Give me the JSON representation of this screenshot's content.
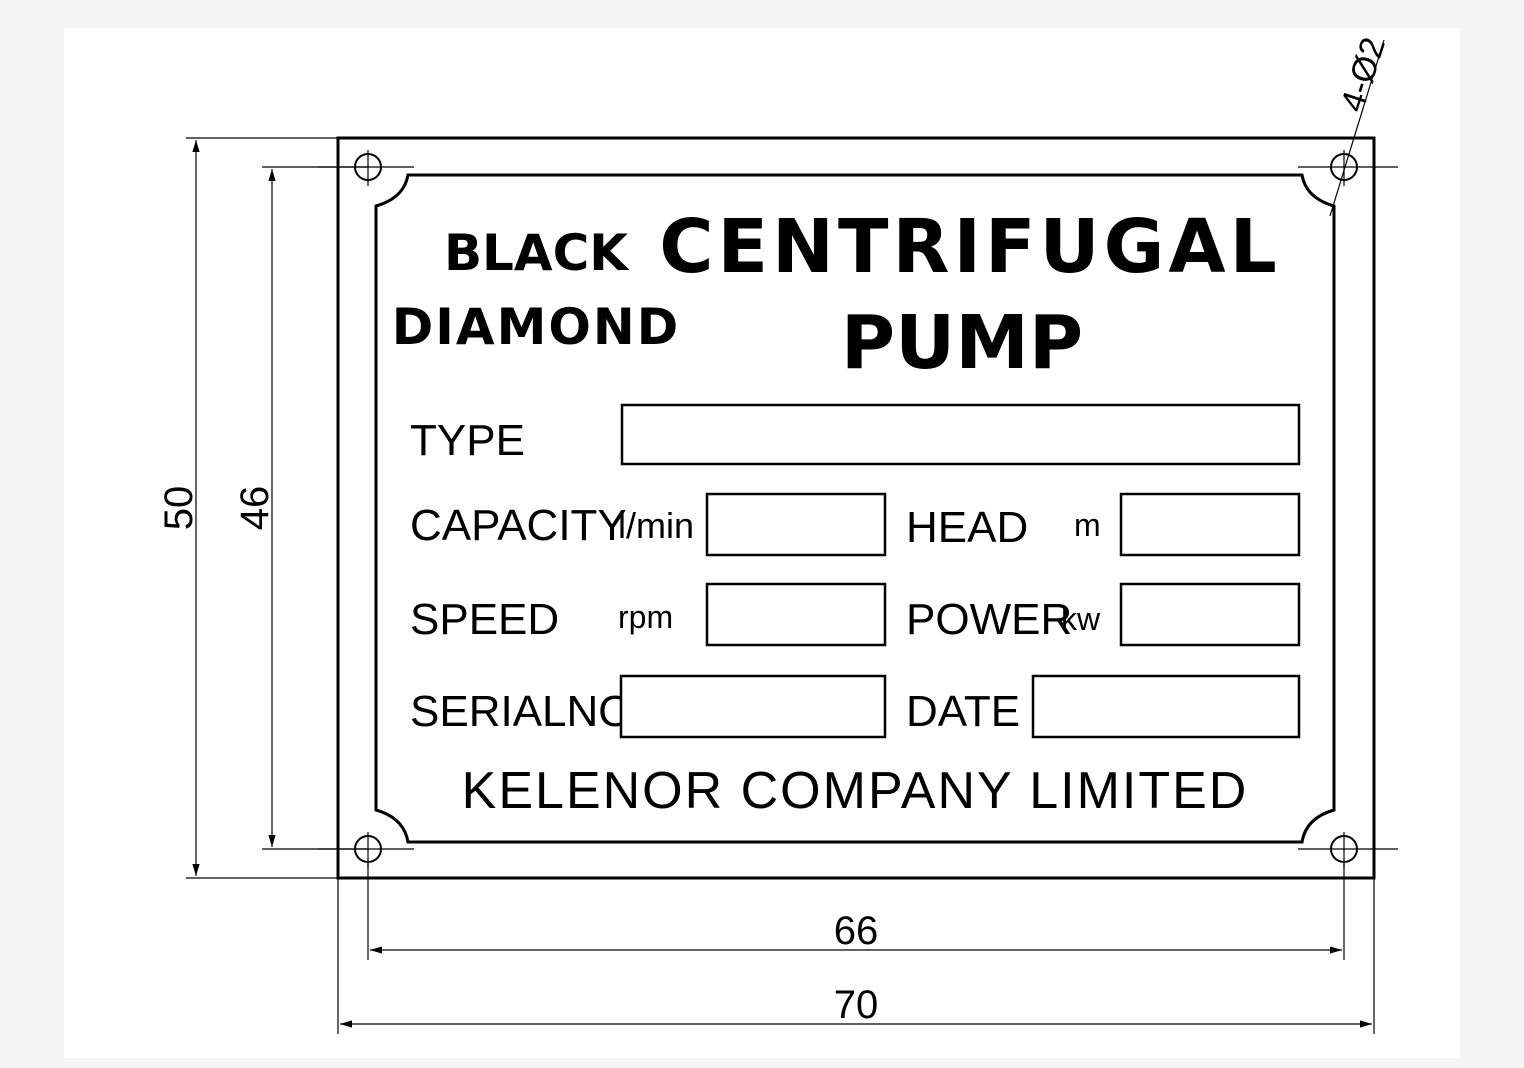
{
  "plate": {
    "brand_line1": "BLACK",
    "brand_line2": "DIAMOND",
    "title_line1": "CENTRIFUGAL",
    "title_line2": "PUMP",
    "company": "KELENOR COMPANY LIMITED"
  },
  "fields": {
    "type_label": "TYPE",
    "capacity_label": "CAPACITY",
    "capacity_unit": "l/min",
    "head_label": "HEAD",
    "head_unit": "m",
    "speed_label": "SPEED",
    "speed_unit": "rpm",
    "power_label": "POWER",
    "power_unit": "kw",
    "serial_label": "SERIALNO.",
    "date_label": "DATE"
  },
  "dimensions": {
    "outer_width": "70",
    "inner_width": "66",
    "outer_height": "50",
    "inner_height": "46",
    "holes": "4-Ø2"
  }
}
